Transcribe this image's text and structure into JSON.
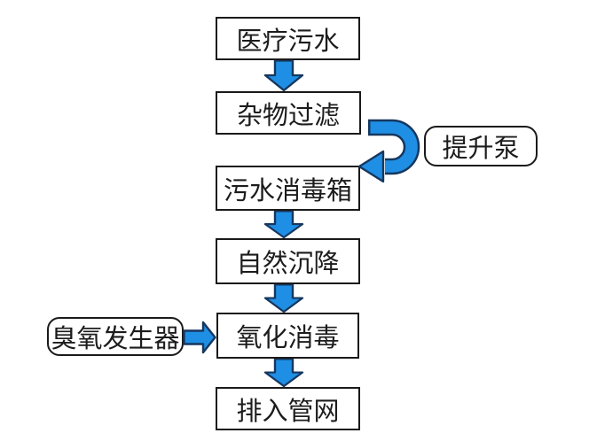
{
  "colors": {
    "background": "#ffffff",
    "box_fill": "#ffffff",
    "box_border": "#1a1a1a",
    "text": "#1c1c1c",
    "arrow_fill": "#1e8fe4",
    "arrow_outline": "#16375f"
  },
  "flowchart": {
    "nodes": [
      {
        "label": "医疗污水",
        "shape": "rect"
      },
      {
        "label": "杂物过滤",
        "shape": "rect"
      },
      {
        "label": "污水消毒箱",
        "shape": "rect"
      },
      {
        "label": "自然沉降",
        "shape": "rect"
      },
      {
        "label": "氧化消毒",
        "shape": "rect"
      },
      {
        "label": "排入管网",
        "shape": "rect"
      },
      {
        "label": "提升泵",
        "shape": "rounded"
      },
      {
        "label": "臭氧发生器",
        "shape": "rounded"
      }
    ],
    "edges": [
      {
        "from": "医疗污水",
        "to": "杂物过滤",
        "style": "block-arrow-down"
      },
      {
        "from": "杂物过滤",
        "to": "污水消毒箱",
        "style": "block-arrow-uturn-via-lift-pump"
      },
      {
        "from": "污水消毒箱",
        "to": "自然沉降",
        "style": "block-arrow-down"
      },
      {
        "from": "自然沉降",
        "to": "氧化消毒",
        "style": "block-arrow-down"
      },
      {
        "from": "臭氧发生器",
        "to": "氧化消毒",
        "style": "block-arrow-right"
      },
      {
        "from": "氧化消毒",
        "to": "排入管网",
        "style": "block-arrow-down"
      }
    ]
  }
}
